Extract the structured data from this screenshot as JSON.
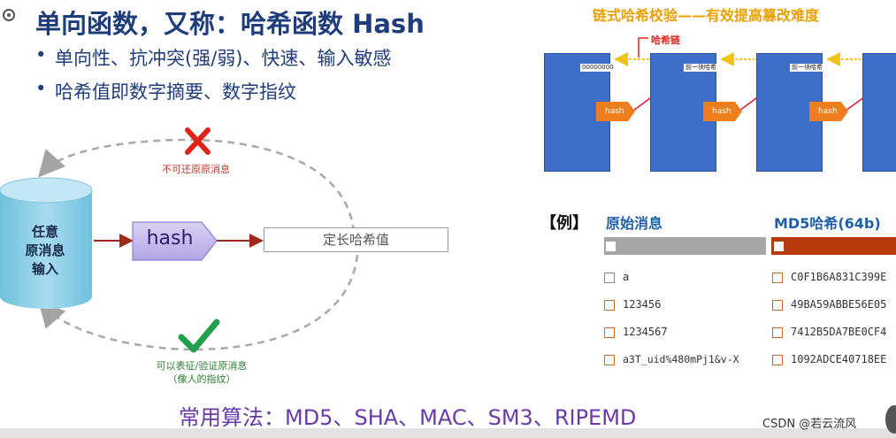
{
  "slide": {
    "title": "单向函数，又称：哈希函数 Hash",
    "bullets": [
      "单向性、抗冲突(强/弱)、快速、输入敏感",
      "哈希值即数字摘要、数字指纹"
    ],
    "diagram": {
      "input_label_lines": [
        "任意",
        "原消息",
        "输入"
      ],
      "hash_label": "hash",
      "output_label": "定长哈希值",
      "irreversible_caption": "不可还原原消息",
      "verify_caption_lines": [
        "可以表征/验证原消息",
        "（像人的指纹）"
      ]
    },
    "algorithms": "常用算法：MD5、SHA、MAC、SM3、RIPEMD"
  },
  "chain": {
    "title": "链式哈希校验——有效提高篡改难度",
    "arrow_label": "哈希链",
    "blocks": [
      {
        "tag": "00000000",
        "hash": "hash"
      },
      {
        "tag": "前一块哈希",
        "hash": "hash"
      },
      {
        "tag": "前一块哈希",
        "hash": "hash"
      },
      {
        "tag": "",
        "hash": ""
      }
    ]
  },
  "example": {
    "bracket": "【例】",
    "col_original": "原始消息",
    "col_md5": "MD5哈希(64b)",
    "rows": [
      {
        "original": "a",
        "md5": "C0F1B6A831C399E"
      },
      {
        "original": "123456",
        "md5": "49BA59ABBE56E05"
      },
      {
        "original": "1234567",
        "md5": "7412B5DA7BE0CF4"
      },
      {
        "original": "a3T_uid%480mPj1&v-X",
        "md5": "1092ADCE40718EE"
      }
    ]
  },
  "watermark": "CSDN @若云流风",
  "colors": {
    "title": "#1f3d7a",
    "algorithms": "#6a3aa8",
    "chain_title": "#e8a100",
    "block": "#3f6ec9",
    "hash_pill": "#ee7d1e",
    "md5_bar": "#b53a0e"
  },
  "icons": [
    "cross-icon",
    "check-icon",
    "logo-icon"
  ]
}
